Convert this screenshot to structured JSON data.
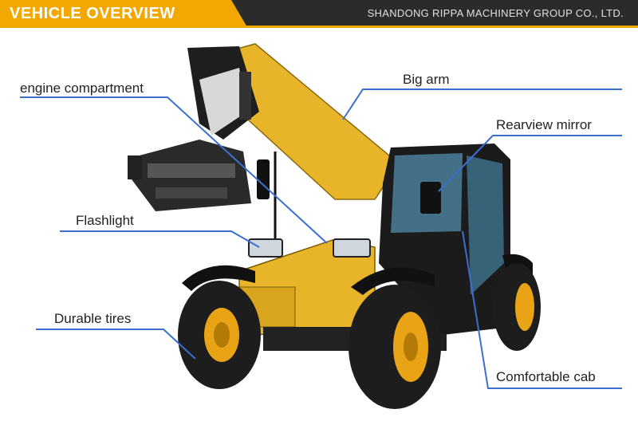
{
  "header": {
    "title": "VEHICLE OVERVIEW",
    "company": "SHANDONG RIPPA MACHINERY GROUP CO., LTD."
  },
  "callouts": {
    "engine_compartment": "engine compartment",
    "big_arm": "Big arm",
    "rearview_mirror": "Rearview mirror",
    "flashlight": "Flashlight",
    "durable_tires": "Durable tires",
    "comfortable_cab": "Comfortable cab"
  },
  "colors": {
    "accent": "#f2a800",
    "header_bg": "#2b2b2b",
    "leader_line": "#3b6fd1",
    "machine_yellow": "#e8b52a"
  }
}
